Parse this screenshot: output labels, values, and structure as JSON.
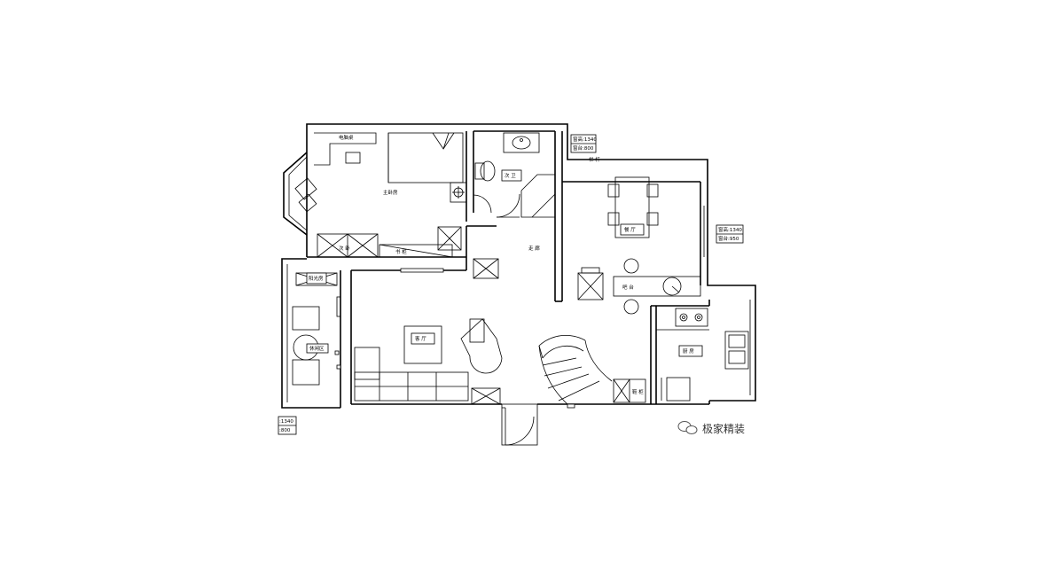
{
  "rooms": {
    "master_bedroom": "主卧房",
    "computer_desk": "电脑桌",
    "second_bedroom_label": "次 卧",
    "bookcase": "书 柜",
    "bath": "次 卫",
    "hallway": "走 廊",
    "dining": "餐 厅",
    "bar": "吧 台",
    "living": "客 厅",
    "kitchen": "厨 房",
    "shoe_cabinet": "鞋 柜",
    "sun_room": "阳光房",
    "leisure": "休闲区",
    "railing": "栏 杆"
  },
  "window_tags": {
    "top": {
      "line1": "窗高:1340",
      "line2": "窗台:800"
    },
    "right": {
      "line1": "窗高:1340",
      "line2": "窗台:950"
    },
    "left": {
      "line1": ":1340",
      "line2": ":800"
    }
  },
  "watermark": "极家精装",
  "colors": {
    "line": "#000000",
    "background": "#ffffff"
  }
}
